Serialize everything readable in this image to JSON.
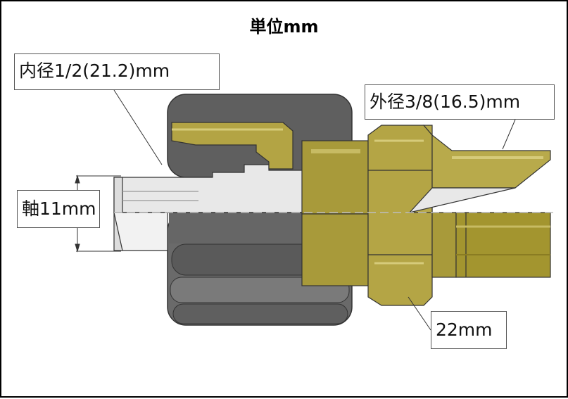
{
  "title": "単位mm",
  "labels": {
    "inner_diameter": "内径1/2(21.2)mm",
    "outer_diameter": "外径3/8(16.5)mm",
    "shaft": "軸11mm",
    "hex_size": "22mm"
  },
  "colors": {
    "nut_dark": "#5f5f5f",
    "nut_mid": "#777777",
    "nut_light": "#8c8c8c",
    "brass": "#a89a3a",
    "brass_light": "#c7bb63",
    "brass_dark": "#8a7c22",
    "pipe_fill": "#e6e6e6",
    "outline": "#333333"
  }
}
